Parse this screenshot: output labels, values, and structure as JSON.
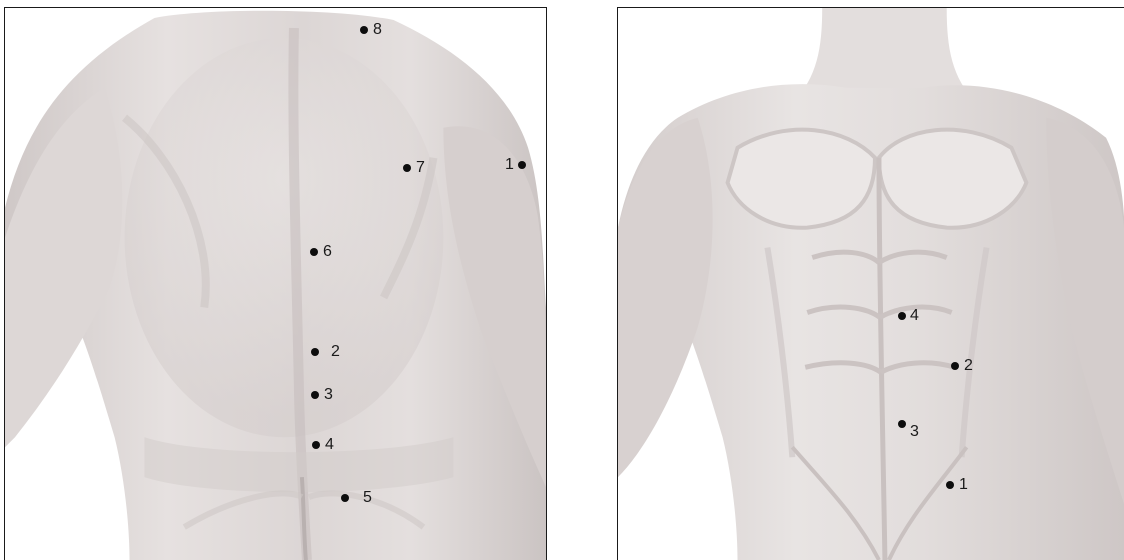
{
  "panels": {
    "back": {
      "markers": [
        "1",
        "2",
        "3",
        "4",
        "5",
        "6",
        "7",
        "8"
      ]
    },
    "front": {
      "markers": [
        "1",
        "2",
        "3",
        "4"
      ]
    }
  },
  "colors": {
    "skin_light": "#ece8e7",
    "skin_mid": "#d9d3d2",
    "skin_shadow": "#bfb7b6",
    "marker": "#0d0d0d",
    "frame": "#1a1a1a"
  }
}
